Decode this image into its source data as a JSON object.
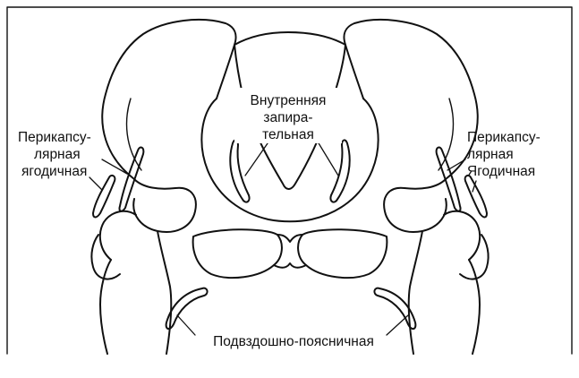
{
  "labels": {
    "internal_obturator": {
      "line1": "Внутренняя",
      "line2": "запира-",
      "line3": "тельная"
    },
    "pericapsular_gluteal_left": {
      "line1": "Перикапсу-",
      "line2": "лярная",
      "line3": "ягодичная"
    },
    "pericapsular_gluteal_right": {
      "line1": "Перикапсу-",
      "line2": "лярная",
      "line3": "Ягодичная"
    },
    "iliopsoas": "Подвздошно-поясничная"
  },
  "colors": {
    "line": "#111111",
    "background": "#ffffff"
  }
}
